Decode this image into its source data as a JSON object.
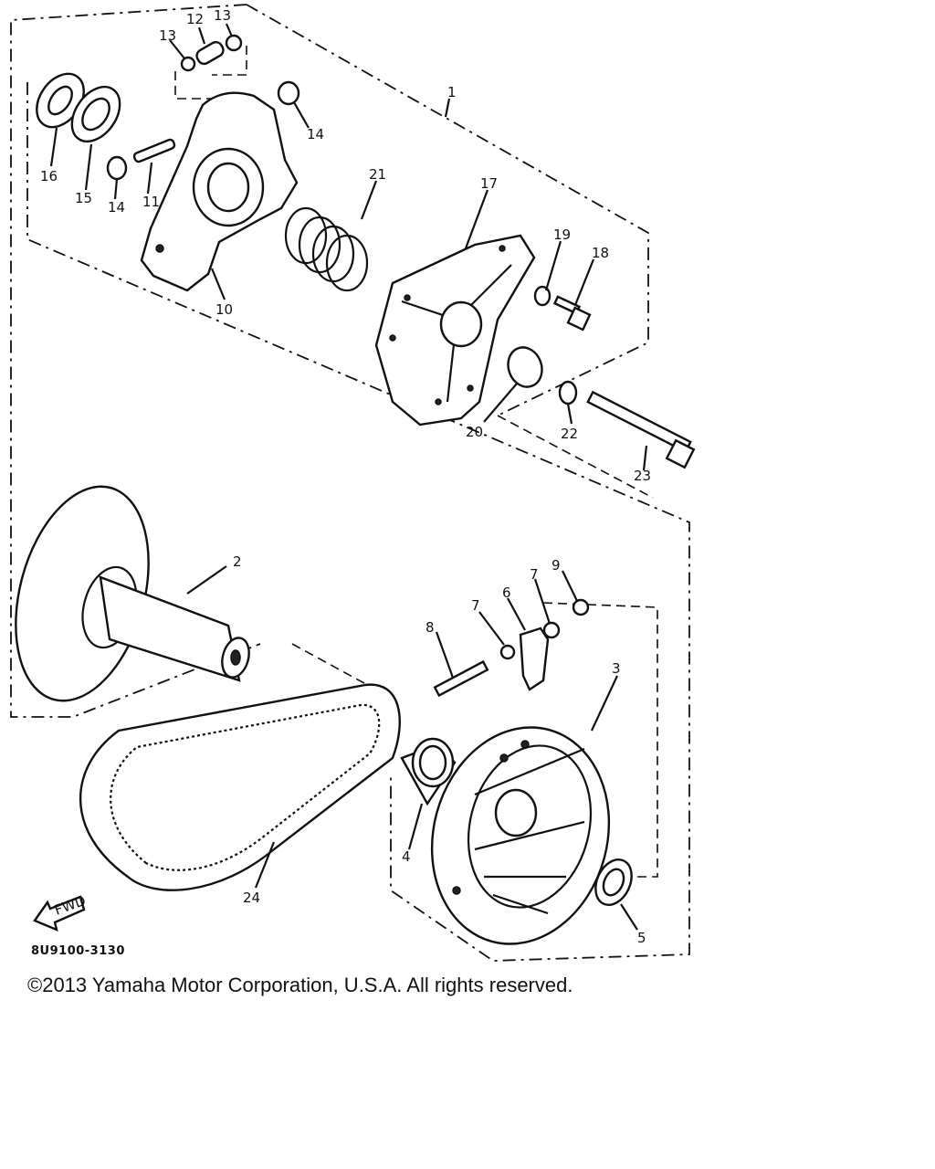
{
  "diagram": {
    "callouts": [
      "1",
      "2",
      "3",
      "4",
      "5",
      "6",
      "7",
      "7",
      "8",
      "9",
      "10",
      "11",
      "12",
      "13",
      "13",
      "14",
      "14",
      "15",
      "16",
      "17",
      "18",
      "19",
      "20",
      "21",
      "22",
      "23",
      "24"
    ],
    "fwd_label": "FWD",
    "doc_code": "8U9100-3130"
  },
  "footer": {
    "copyright": "©2013 Yamaha Motor Corporation, U.S.A. All rights reserved."
  }
}
